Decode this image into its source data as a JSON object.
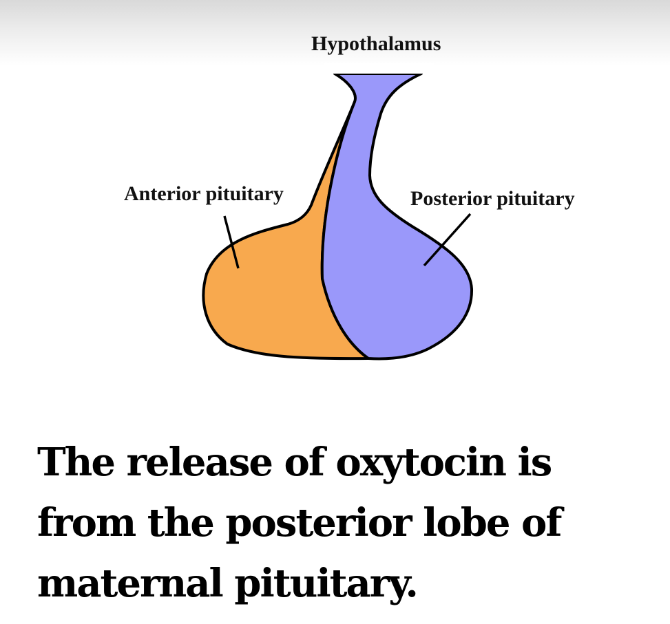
{
  "diagram": {
    "labels": {
      "hypothalamus": "Hypothalamus",
      "anterior": "Anterior pituitary",
      "posterior": "Posterior pituitary"
    },
    "colors": {
      "anterior_lobe": "#F8A94E",
      "posterior_lobe": "#9A98FA",
      "outline": "#000000"
    }
  },
  "caption": {
    "text": "The release of oxytocin is from the posterior lobe of maternal pituitary."
  }
}
